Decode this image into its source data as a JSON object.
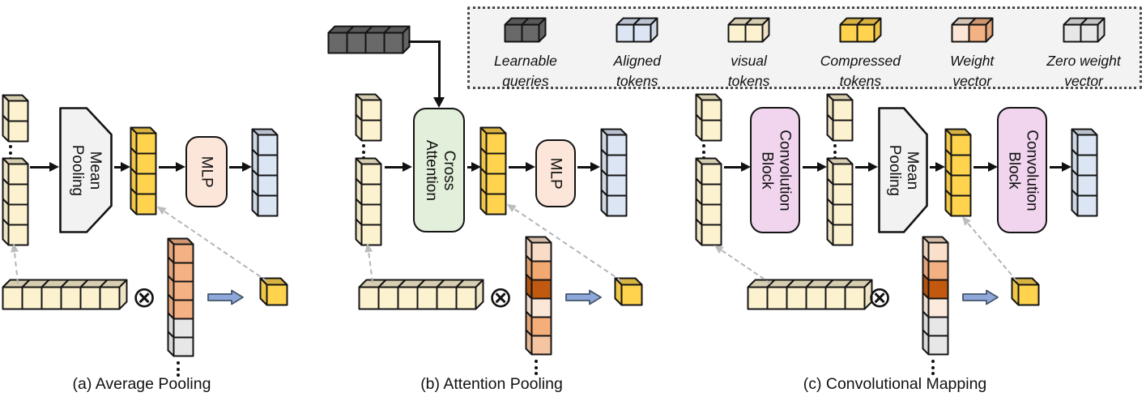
{
  "palette": {
    "visual": "#FDF2D0",
    "compressed": "#FFD34D",
    "aligned": "#DBE5F3",
    "learnable": "#696969",
    "zero": "#E8E7E7"
  },
  "legend": {
    "items": [
      {
        "name": "learnable-queries",
        "label": "Learnable\nqueries",
        "cubes": [
          "learnable",
          "learnable"
        ]
      },
      {
        "name": "aligned-tokens",
        "label": "Aligned\ntokens",
        "cubes": [
          "aligned",
          "aligned"
        ]
      },
      {
        "name": "visual-tokens",
        "label": "visual\ntokens",
        "cubes": [
          "visual",
          "visual"
        ]
      },
      {
        "name": "compressed-tokens",
        "label": "Compressed\ntokens",
        "cubes": [
          "compressed",
          "compressed"
        ]
      },
      {
        "name": "weight-vector",
        "label": "Weight\nvector",
        "cubes": [
          "#FBE5D6",
          "#F4B183"
        ]
      },
      {
        "name": "zero-weight-vector",
        "label": "Zero weight\nvector",
        "cubes": [
          "zero",
          "zero"
        ]
      }
    ]
  },
  "diagrams": {
    "a": {
      "caption": "(a) Average Pooling",
      "operator": "⊗",
      "pool_label": "Mean\nPooling",
      "mlp_label": "MLP",
      "input_top": [
        "visual",
        "visual"
      ],
      "input_bottom": [
        "visual",
        "visual",
        "visual",
        "visual"
      ],
      "compressed": [
        "compressed",
        "compressed",
        "compressed",
        "compressed"
      ],
      "output": [
        "aligned",
        "aligned",
        "aligned",
        "aligned"
      ],
      "bottom_row": [
        "visual",
        "visual",
        "visual",
        "visual",
        "visual",
        "visual"
      ],
      "weight_col": [
        "#F4B183",
        "#F4B183",
        "#F4B183",
        "#F4B183",
        "#E8E7E7",
        "#E8E7E7"
      ],
      "result": [
        "compressed"
      ]
    },
    "b": {
      "caption": "(b) Attention Pooling",
      "operator": "⊗",
      "attn_label": "Cross\nAttention",
      "mlp_label": "MLP",
      "queries": [
        "learnable",
        "learnable",
        "learnable",
        "learnable"
      ],
      "input_top": [
        "visual",
        "visual"
      ],
      "input_bottom": [
        "visual",
        "visual",
        "visual",
        "visual"
      ],
      "compressed": [
        "compressed",
        "compressed",
        "compressed",
        "compressed"
      ],
      "output": [
        "aligned",
        "aligned",
        "aligned",
        "aligned"
      ],
      "bottom_row": [
        "visual",
        "visual",
        "visual",
        "visual",
        "visual",
        "visual"
      ],
      "weight_col": [
        "#F9DCC7",
        "#F1A971",
        "#C05A11",
        "#FBE7D8",
        "#F4AE7A",
        "#F5C4A0"
      ],
      "result": [
        "compressed"
      ]
    },
    "c": {
      "caption": "(c) Convolutional Mapping",
      "operator": "⊗",
      "conv1_label": "Convolution\nBlock",
      "pool_label": "Mean\nPooling",
      "conv2_label": "Convolution\nBlock",
      "input_top": [
        "visual",
        "visual"
      ],
      "input_bottom": [
        "visual",
        "visual",
        "visual",
        "visual"
      ],
      "mid_top": [
        "visual",
        "visual"
      ],
      "mid_bottom": [
        "visual",
        "visual",
        "visual",
        "visual"
      ],
      "compressed": [
        "compressed",
        "compressed",
        "compressed",
        "compressed"
      ],
      "output": [
        "aligned",
        "aligned",
        "aligned",
        "aligned"
      ],
      "bottom_row": [
        "visual",
        "visual",
        "visual",
        "visual",
        "visual",
        "visual"
      ],
      "weight_col": [
        "#FADFCA",
        "#F3B083",
        "#C2590F",
        "#FCEADD",
        "#E8E7E7",
        "#E8E7E7"
      ],
      "result": [
        "compressed"
      ]
    }
  }
}
